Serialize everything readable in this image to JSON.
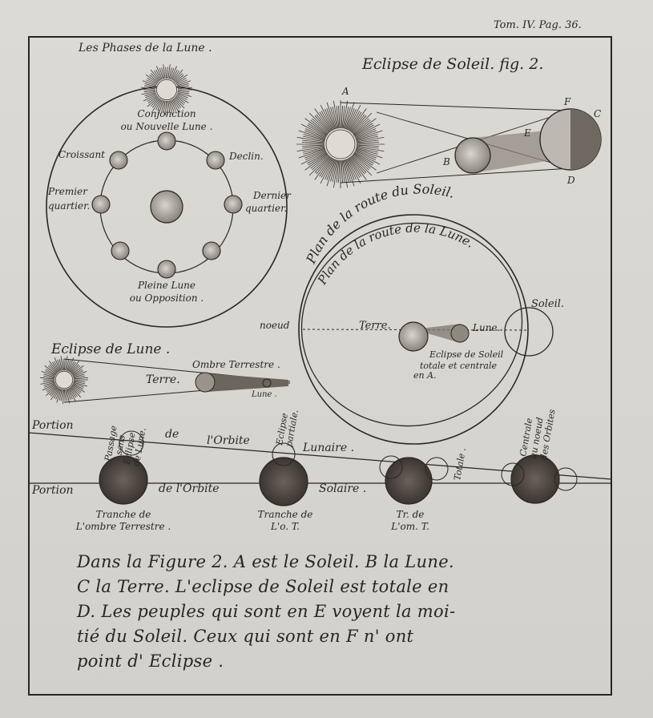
{
  "header": {
    "page_ref": "Tom. IV. Pag. 36."
  },
  "phases": {
    "title": "Les Phases de la Lune .",
    "conjonction": [
      "Conjonction",
      "ou Nouvelle Lune ."
    ],
    "croissant": "Croissant",
    "declin": "Declin.",
    "premier": [
      "Premier",
      "quartier."
    ],
    "dernier": [
      "Dernier",
      "quartier."
    ],
    "pleine": [
      "Pleine Lune",
      "ou Opposition ."
    ]
  },
  "solar_eclipse_fig2": {
    "title": "Eclipse de Soleil. fig. 2.",
    "letters": [
      "A",
      "B",
      "C",
      "D",
      "E",
      "F"
    ]
  },
  "orbit_planes": {
    "sun_route": "Plan de la route du Soleil.",
    "moon_route": "Plan de la route de la Lune.",
    "soleil": "Soleil.",
    "noeud": "noeud",
    "terre": "Terre.",
    "lune": "Lune.",
    "eclipse_note": [
      "Eclipse de Soleil",
      "totale et centrale",
      "en A."
    ]
  },
  "lunar_eclipse": {
    "title": "Eclipse de Lune .",
    "ombre": "Ombre Terrestre .",
    "terre": "Terre.",
    "lune": "Lune ."
  },
  "orbits": {
    "portion_lunaire": [
      "Portion",
      "de",
      "l'Orbite",
      "Lunaire ."
    ],
    "portion_solaire": [
      "Portion",
      "de l'Orbite",
      "Solaire ."
    ],
    "passage": [
      "Passage",
      "sans",
      "Eclipse",
      "de Lune."
    ],
    "partiale": [
      "Eclipse",
      "partiale."
    ],
    "totale": "Totale .",
    "centrale": [
      "Centrale",
      "au noeud",
      "des Orbites"
    ],
    "tranche1": [
      "Tranche de",
      "L'ombre Terrestre ."
    ],
    "tranche2": [
      "Tranche de",
      "L'o. T."
    ],
    "tranche3": [
      "Tr. de",
      "L'om. T."
    ]
  },
  "caption": {
    "lines": [
      "Dans la Figure 2. A est le Soleil. B la Lune.",
      "C la Terre. L'eclipse de Soleil est totale en",
      "D. Les peuples qui sont en E voyent la moi-",
      "tié du Soleil. Ceux qui sont en F n' ont",
      "point d' Eclipse ."
    ]
  },
  "colors": {
    "paper": "#d6d4ce",
    "ink": "#2b2622"
  }
}
